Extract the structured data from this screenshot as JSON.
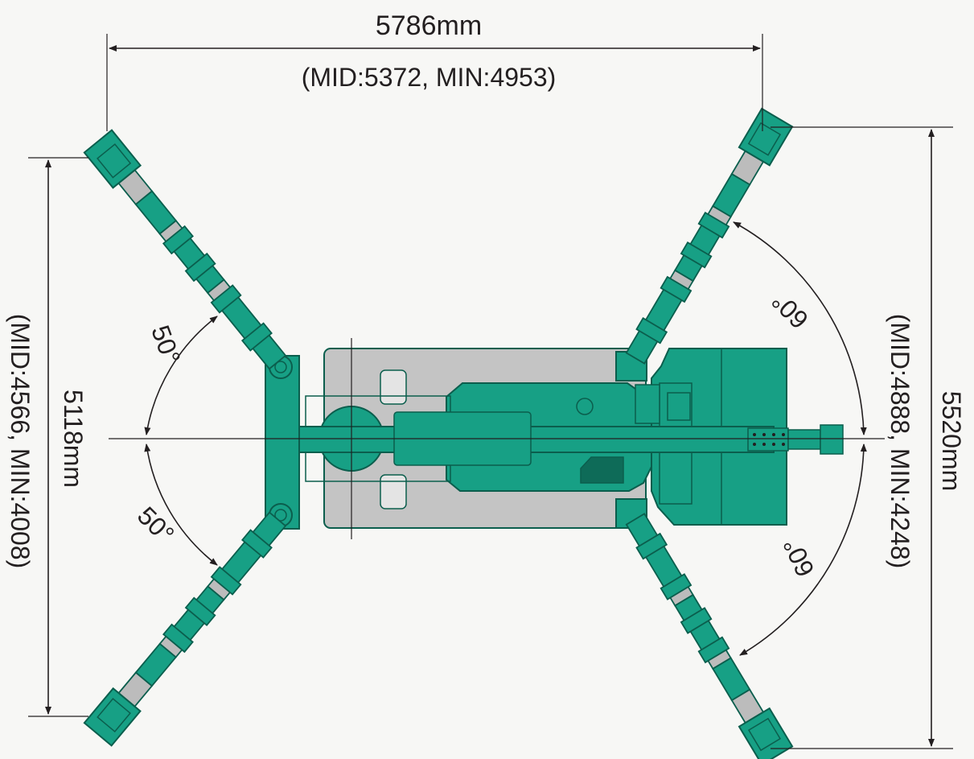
{
  "dimensions": {
    "top_width": "5786mm",
    "top_width_sub": "(MID:5372, MIN:4953)",
    "left_height": "5118mm",
    "left_height_sub": "(MID:4566, MIN:4008)",
    "right_height": "5520mm",
    "right_height_sub": "(MID:4888, MIN:4248)"
  },
  "angles": {
    "left_upper": "50°",
    "left_lower": "50°",
    "right_upper": "60°",
    "right_lower": "60°"
  },
  "colors": {
    "outrigger": "#17a085",
    "outrigger_dark": "#0b5e4d",
    "cylinder": "#bcbcbc",
    "base_plate": "#c4c4c4",
    "line": "#231f20"
  }
}
